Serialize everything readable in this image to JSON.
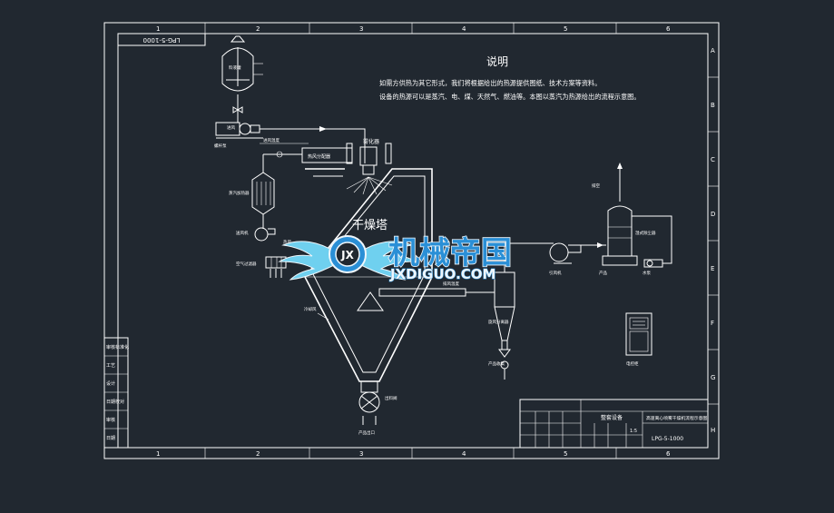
{
  "colors": {
    "background": "#212830",
    "line": "#ffffff",
    "logo_blue": "#2a8fd6",
    "logo_cyan": "#6fd0ef",
    "logo_white": "#eef6fb"
  },
  "frame": {
    "columns": [
      "1",
      "2",
      "3",
      "4",
      "5",
      "6"
    ],
    "rows": [
      "A",
      "B",
      "C",
      "D",
      "E",
      "F",
      "G",
      "H"
    ]
  },
  "drawing_number_tab": "LPG-5-1000",
  "notes": {
    "heading": "说明",
    "line1": "如需方供热为其它形式，我们将根据给出的热源提供图纸、技术方案等资料。",
    "line2": "设备的热源可以是蒸汽、电、煤、天然气、燃油等。本图以蒸汽为热源给出的流程示意图。"
  },
  "labels": {
    "tower": "干燥塔",
    "atomizer": "雾化器",
    "hot_air_distributor": "热风分配器",
    "feed_tank": "料液罐",
    "pump": "螺杆泵",
    "inlet_temp": "进风温度",
    "steam_heater": "蒸汽加热器",
    "blower": "送风机",
    "air_filter": "空气过滤器",
    "hot_air": "热风",
    "cyclone": "旋风分离器",
    "outlet_temp": "排风温度",
    "product_collect": "产品收集",
    "cooling_air": "冷却风",
    "exhaust_fan": "引风机",
    "wet_scrubber": "湿式除尘器",
    "water_pump": "水泵",
    "exhaust": "排空",
    "control_cabinet": "电控柜",
    "product_outlet": "产品出口",
    "discharge_valve": "出料阀",
    "air_inlet": "进风",
    "product": "产品"
  },
  "title_block": {
    "title": "整套设备",
    "subtitle": "高速离心喷雾干燥机流程示意图",
    "drawing_number": "LPG-5-1000",
    "scale": "1:5"
  },
  "left_block": {
    "rows": [
      "审核标准化",
      "工艺",
      "设计",
      "日期校对",
      "审核",
      "日期"
    ]
  },
  "watermark": {
    "cn": "机械帝国",
    "en": "JXDIGUO.COM",
    "badge": "JX"
  }
}
